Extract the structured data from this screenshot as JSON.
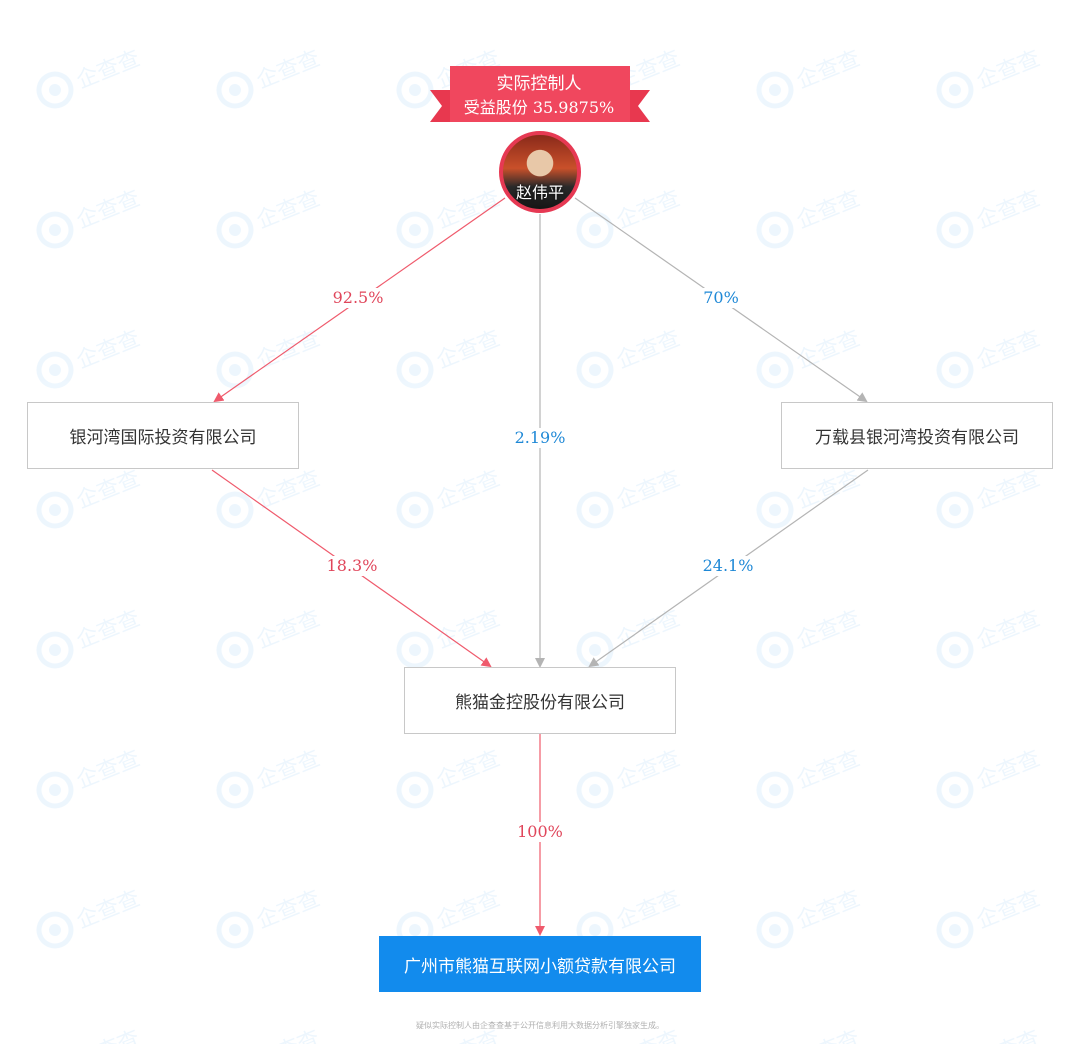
{
  "controller": {
    "banner_title": "实际控制人",
    "banner_share": "受益股份 35.9875%",
    "name": "赵伟平",
    "banner_color": "#f0475e",
    "ring_color": "#e63953"
  },
  "nodes": {
    "yinhewan_intl": "银河湾国际投资有限公司",
    "wanzai": "万载县银河湾投资有限公司",
    "panda_holding": "熊猫金控股份有限公司",
    "guangzhou_loan": "广州市熊猫互联网小额贷款有限公司"
  },
  "edges": {
    "zhao_to_yinhewan": "92.5%",
    "zhao_to_panda": "2.19%",
    "zhao_to_wanzai": "70%",
    "yinhewan_to_panda": "18.3%",
    "wanzai_to_panda": "24.1%",
    "panda_to_guangzhou": "100%"
  },
  "colors": {
    "red_edge": "#ef5a6c",
    "gray_edge": "#b4b4b4",
    "blue_label": "#1e88d6",
    "target_fill": "#128bed"
  },
  "watermark": {
    "icon": "qichacha-logo-icon",
    "text": "企查查"
  },
  "footer": "疑似实际控制人由企查查基于公开信息利用大数据分析引擎独家生成。"
}
